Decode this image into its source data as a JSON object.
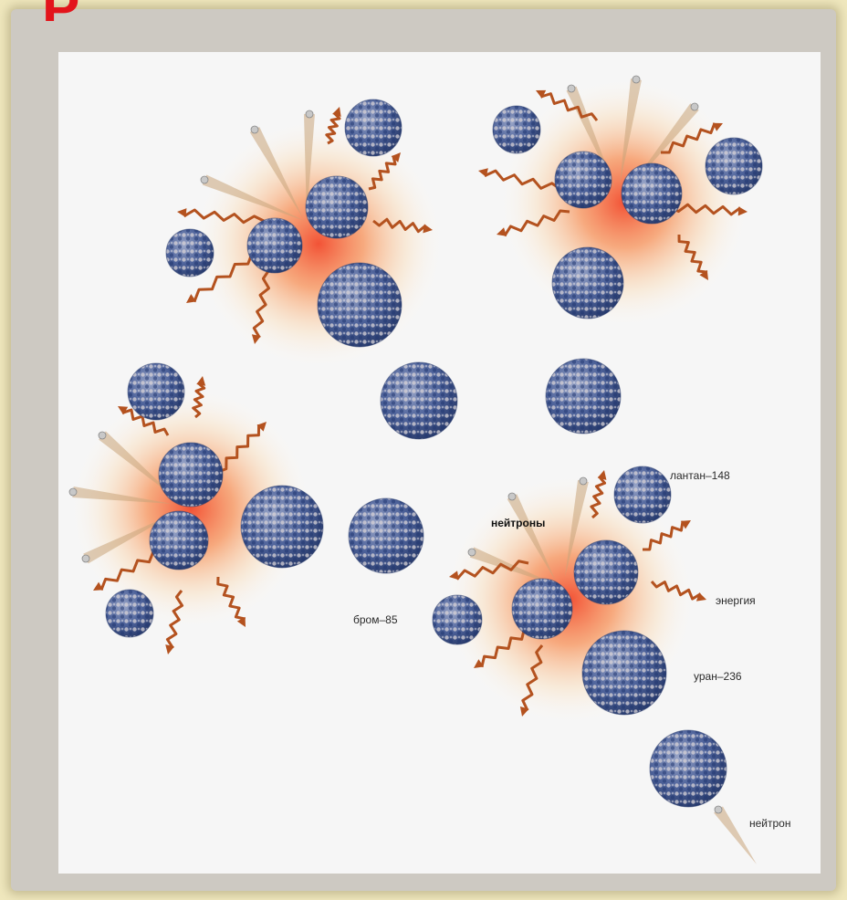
{
  "title_fragment": "Þ",
  "labels": {
    "lanthanum": "лантан–148",
    "neutrons": "нейтроны",
    "energy": "энергия",
    "bromine": "бром–85",
    "uranium": "уран–236",
    "neutron": "нейтрон"
  },
  "colors": {
    "nucleus_blue": "#3f5d9a",
    "nucleus_light": "#c9c4c8",
    "glow": "#f25a35",
    "energy_arrow": "#b4521f",
    "neutron_trail": "#c9a47a",
    "title_red": "#e3141b"
  }
}
